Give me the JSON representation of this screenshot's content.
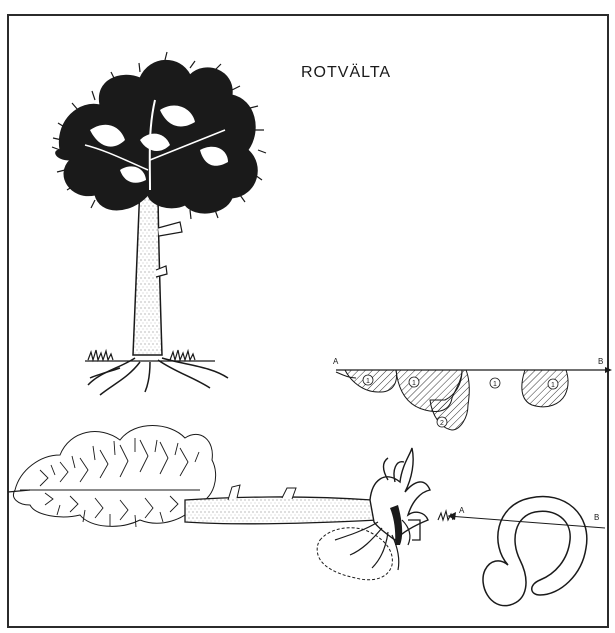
{
  "title": "ROTVÄLTA",
  "profile": {
    "start_label": "A",
    "end_label": "B",
    "layer_markers": [
      "1",
      "1",
      "2",
      "1",
      "1"
    ]
  },
  "plan": {
    "start_label": "A",
    "end_label": "B"
  },
  "colors": {
    "ink": "#1a1a1a",
    "border": "#2b2b2b",
    "paper": "#ffffff"
  }
}
